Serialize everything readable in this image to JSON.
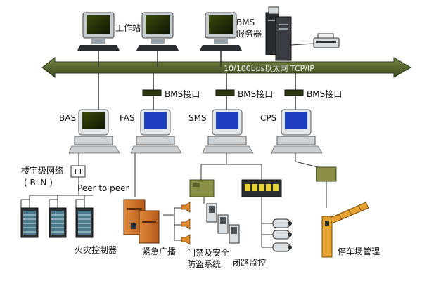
{
  "colors": {
    "bus": "#5b6a32",
    "bus_dark": "#3d4920",
    "olive": "#8a8f45",
    "olive_dark": "#5c6128",
    "cabinet": "#c96a1a",
    "alarm": "#e08a2a",
    "barrier": "#e7a331",
    "yellow": "#e8d23a",
    "screen": "#1f2a06",
    "screen_glow": "#8fae1e",
    "crt": "#dfe3e6",
    "crt_dark": "#9aa2a8",
    "line": "#333333"
  },
  "workstations": {
    "label": "工作站"
  },
  "bms_server": {
    "label_line1": "BMS",
    "label_line2": "服务器"
  },
  "network": {
    "label": "10/100bps以太网  TCP/IP"
  },
  "interfaces": {
    "label": "BMS接口"
  },
  "subsystems": {
    "bas": "BAS",
    "fas": "FAS",
    "sms": "SMS",
    "cps": "CPS"
  },
  "bln": {
    "label_line1": "楼宇级网络",
    "label_line2": "( BLN )",
    "t1": "T1",
    "peer": "Peer to peer"
  },
  "devices": {
    "fire_controller": "火灾控制器",
    "emergency_broadcast": "紧急广播",
    "access_line1": "门禁及安全",
    "access_line2": "防盗系统",
    "cctv": "闭路监控",
    "parking": "停车场管理"
  }
}
